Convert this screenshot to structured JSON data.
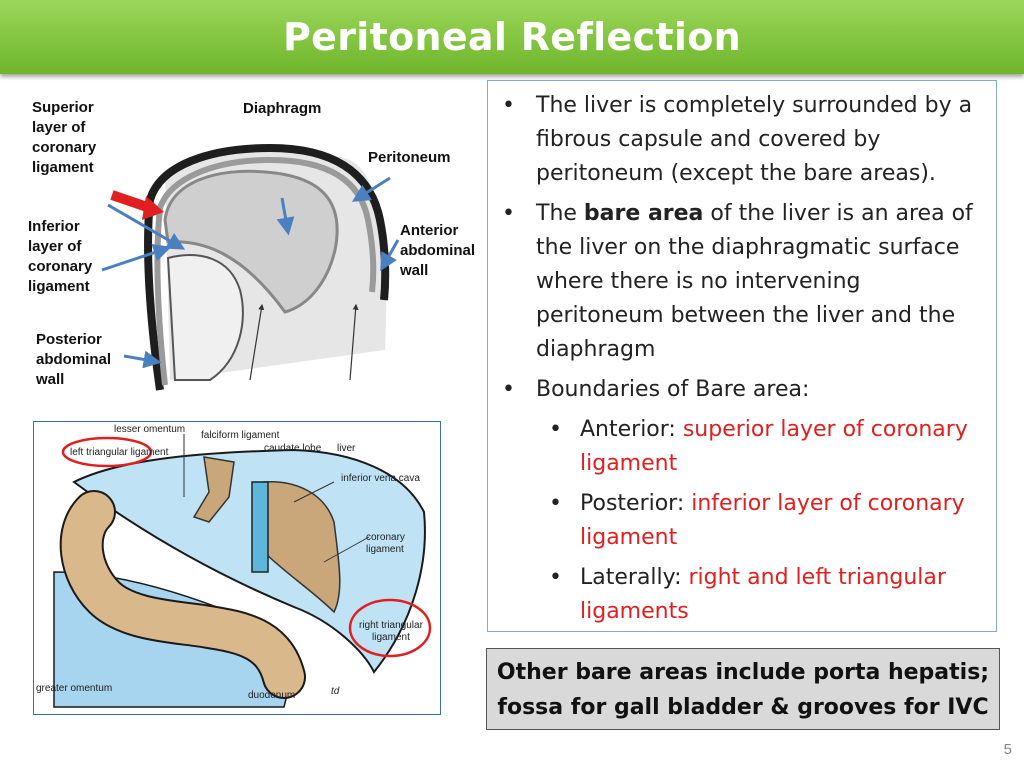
{
  "title": "Peritoneal Reflection",
  "top_diagram": {
    "labels": {
      "superior": [
        "Superior",
        "layer of",
        "coronary",
        "ligament"
      ],
      "diaphragm": "Diaphragm",
      "peritoneum": "Peritoneum",
      "inferior": [
        "Inferior",
        "layer of",
        "coronary",
        "ligament"
      ],
      "anterior": [
        "Anterior",
        "abdominal",
        "wall"
      ],
      "posterior": [
        "Posterior",
        "abdominal",
        "wall"
      ]
    }
  },
  "bottom_diagram": {
    "labels": {
      "lesser_omentum": "lesser omentum",
      "falciform": "falciform ligament",
      "caudate": "caudate lobe",
      "liver": "liver",
      "left_triangular": "left triangular ligament",
      "ivc": "inferior vena cava",
      "coronary": "coronary ligament",
      "right_triangular": [
        "right triangular",
        "ligament"
      ],
      "greater_omentum": "greater omentum",
      "duodenum": "duodenum",
      "signature": "td"
    }
  },
  "bullets": {
    "b1": "The liver is completely surrounded by a fibrous capsule and covered by peritoneum (except the bare areas).",
    "b2_pre": "The ",
    "b2_bold": "bare area",
    "b2_post": " of the liver is an area of the liver on the diaphragmatic surface where there is no intervening peritoneum between the liver and the diaphragm",
    "b3": "Boundaries of Bare area:",
    "sub1_label": "Anterior: ",
    "sub1_value": "superior layer of coronary ligament",
    "sub2_label": "Posterior: ",
    "sub2_value": "inferior layer of coronary ligament",
    "sub3_label": "Laterally: ",
    "sub3_value": "right and left triangular ligaments"
  },
  "note": [
    "Other bare areas include porta hepatis;",
    "fossa for gall bladder & grooves for IVC"
  ],
  "page_number": "5",
  "colors": {
    "title_green": "#7cc23b",
    "accent_red": "#e02020",
    "arrow_blue": "#4a7fc0"
  }
}
